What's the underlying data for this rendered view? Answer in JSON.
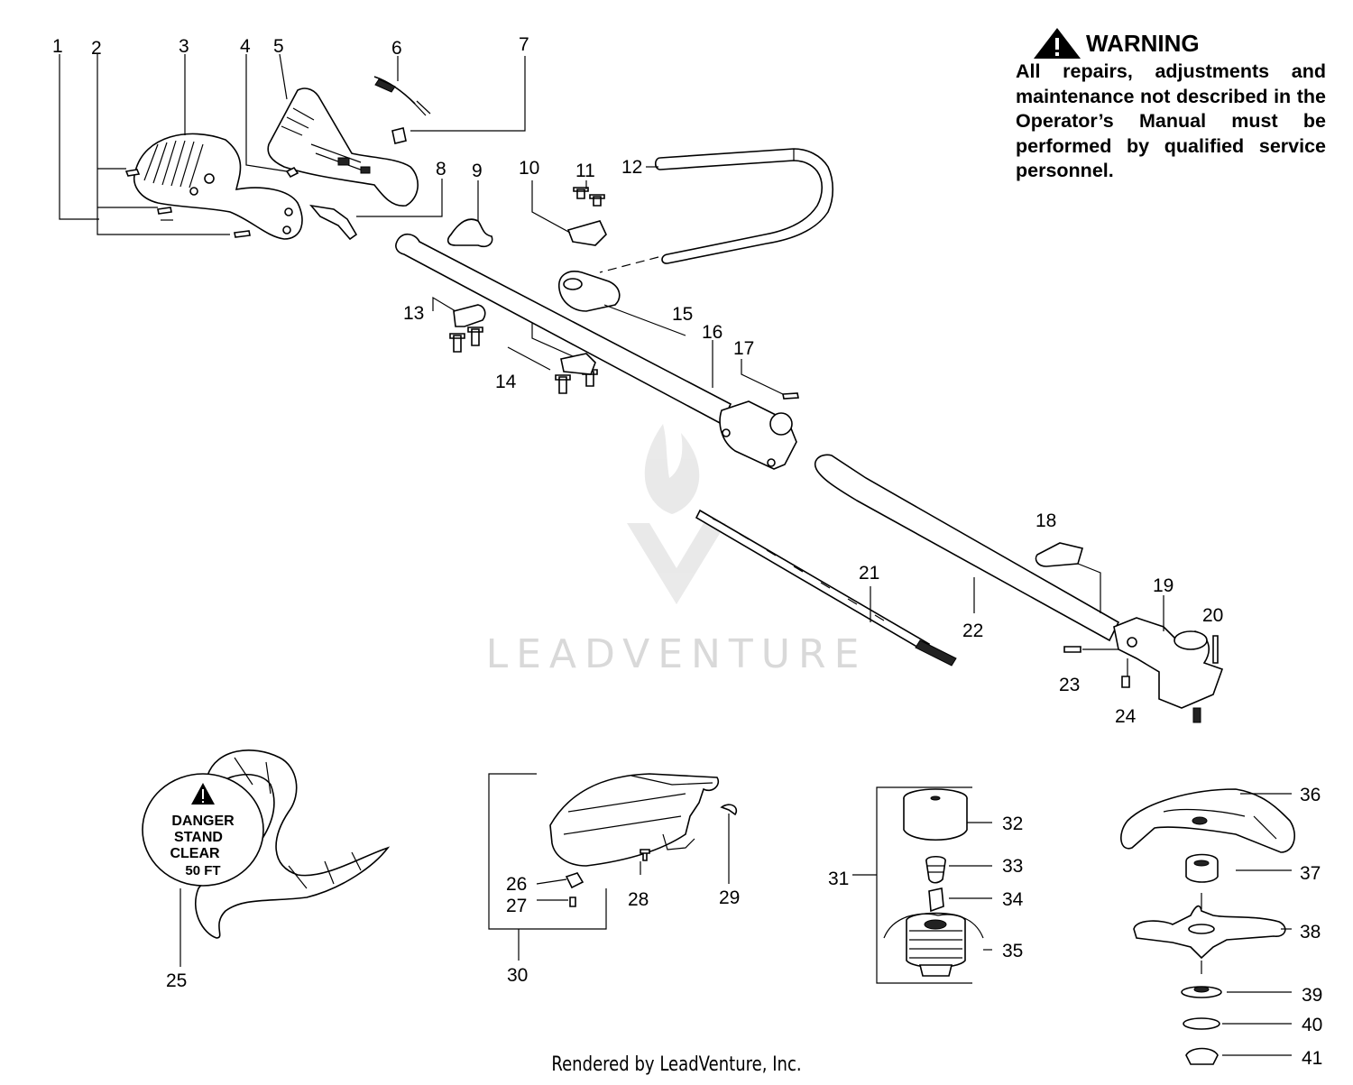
{
  "warning": {
    "heading": "WARNING",
    "text": "All repairs, adjustments and maintenance not described in the Operator’s Manual must be performed by qualified service personnel."
  },
  "decal": {
    "line1": "DANGER",
    "line2": "STAND",
    "line3": "CLEAR",
    "line4": "50 FT"
  },
  "callouts": [
    "1",
    "2",
    "3",
    "4",
    "5",
    "6",
    "7",
    "8",
    "9",
    "10",
    "11",
    "12",
    "13",
    "14",
    "15",
    "16",
    "17",
    "18",
    "19",
    "20",
    "21",
    "22",
    "23",
    "24",
    "25",
    "26",
    "27",
    "28",
    "29",
    "30",
    "31",
    "32",
    "33",
    "34",
    "35",
    "36",
    "37",
    "38",
    "39",
    "40",
    "41"
  ],
  "watermark": "LEADVENTURE",
  "footer": "Rendered by LeadVenture, Inc."
}
